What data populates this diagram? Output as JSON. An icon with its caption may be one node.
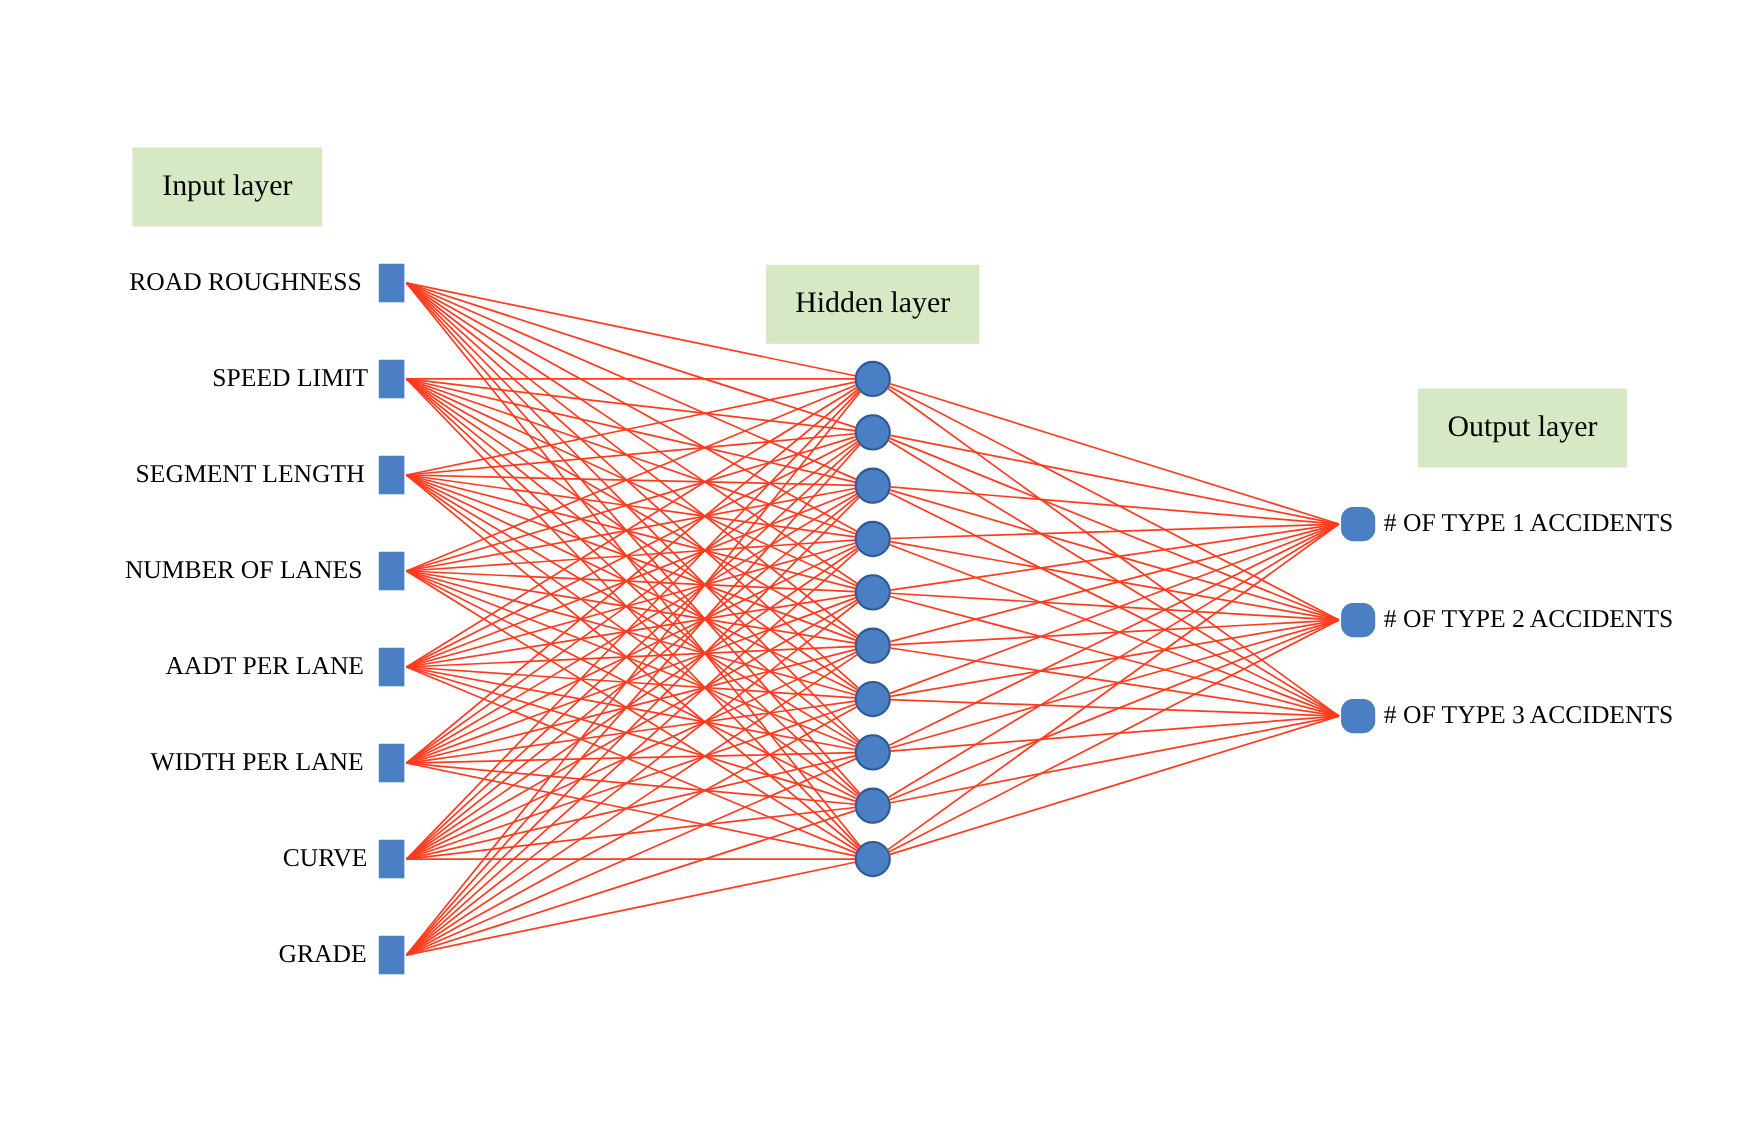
{
  "diagram": {
    "nodes": [
      {
        "text": [
          "Input layer"
        ]
      },
      {
        "text": [
          "Hidden layer"
        ]
      },
      {
        "text": [
          "Output layer"
        ]
      },
      {
        "text": [],
        "shape": "box",
        "beside": [
          "ROAD ROUGHNESS"
        ]
      },
      {
        "text": [],
        "shape": "box",
        "beside": [
          "SPEED LIMIT"
        ]
      },
      {
        "text": [],
        "shape": "box",
        "beside": [
          "SEGMENT LENGTH"
        ]
      },
      {
        "text": [],
        "shape": "box",
        "beside": [
          "NUMBER OF LANES"
        ]
      },
      {
        "text": [],
        "shape": "box",
        "beside": [
          "AADT PER LANE"
        ]
      },
      {
        "text": [],
        "shape": "box",
        "beside": [
          "WIDTH PER LANE"
        ]
      },
      {
        "text": [],
        "shape": "box",
        "beside": [
          "CURVE"
        ]
      },
      {
        "text": [],
        "shape": "box",
        "beside": [
          "GRADE"
        ]
      },
      {
        "text": [],
        "shape": "circle"
      },
      {
        "text": [],
        "shape": "circle"
      },
      {
        "text": [],
        "shape": "circle"
      },
      {
        "text": [],
        "shape": "circle"
      },
      {
        "text": [],
        "shape": "circle"
      },
      {
        "text": [],
        "shape": "circle"
      },
      {
        "text": [],
        "shape": "circle"
      },
      {
        "text": [],
        "shape": "circle"
      },
      {
        "text": [],
        "shape": "circle"
      },
      {
        "text": [],
        "shape": "circle"
      },
      {
        "text": [],
        "shape": "circle",
        "beside": [
          "# OF TYPE 1 ACCIDENTS"
        ]
      },
      {
        "text": [],
        "shape": "circle",
        "beside": [
          "# OF TYPE 2 ACCIDENTS"
        ]
      },
      {
        "text": [],
        "shape": "circle",
        "beside": [
          "# OF TYPE 3 ACCIDENTS"
        ]
      }
    ],
    "edges": [
      {
        "from": 3,
        "to": 11,
        "arrow": "none"
      },
      {
        "from": 3,
        "to": 12,
        "arrow": "none"
      },
      {
        "from": 3,
        "to": 13,
        "arrow": "none"
      },
      {
        "from": 3,
        "to": 14,
        "arrow": "none"
      },
      {
        "from": 3,
        "to": 15,
        "arrow": "none"
      },
      {
        "from": 3,
        "to": 16,
        "arrow": "none"
      },
      {
        "from": 3,
        "to": 17,
        "arrow": "none"
      },
      {
        "from": 3,
        "to": 18,
        "arrow": "none"
      },
      {
        "from": 3,
        "to": 19,
        "arrow": "none"
      },
      {
        "from": 3,
        "to": 20,
        "arrow": "none"
      },
      {
        "from": 4,
        "to": 11,
        "arrow": "none"
      },
      {
        "from": 4,
        "to": 12,
        "arrow": "none"
      },
      {
        "from": 4,
        "to": 13,
        "arrow": "none"
      },
      {
        "from": 4,
        "to": 14,
        "arrow": "none"
      },
      {
        "from": 4,
        "to": 15,
        "arrow": "none"
      },
      {
        "from": 4,
        "to": 16,
        "arrow": "none"
      },
      {
        "from": 4,
        "to": 17,
        "arrow": "none"
      },
      {
        "from": 4,
        "to": 18,
        "arrow": "none"
      },
      {
        "from": 4,
        "to": 19,
        "arrow": "none"
      },
      {
        "from": 4,
        "to": 20,
        "arrow": "none"
      },
      {
        "from": 5,
        "to": 11,
        "arrow": "none"
      },
      {
        "from": 5,
        "to": 12,
        "arrow": "none"
      },
      {
        "from": 5,
        "to": 13,
        "arrow": "none"
      },
      {
        "from": 5,
        "to": 14,
        "arrow": "none"
      },
      {
        "from": 5,
        "to": 15,
        "arrow": "none"
      },
      {
        "from": 5,
        "to": 16,
        "arrow": "none"
      },
      {
        "from": 5,
        "to": 17,
        "arrow": "none"
      },
      {
        "from": 5,
        "to": 18,
        "arrow": "none"
      },
      {
        "from": 5,
        "to": 19,
        "arrow": "none"
      },
      {
        "from": 5,
        "to": 20,
        "arrow": "none"
      },
      {
        "from": 6,
        "to": 11,
        "arrow": "none"
      },
      {
        "from": 6,
        "to": 12,
        "arrow": "none"
      },
      {
        "from": 6,
        "to": 13,
        "arrow": "none"
      },
      {
        "from": 6,
        "to": 14,
        "arrow": "none"
      },
      {
        "from": 6,
        "to": 15,
        "arrow": "none"
      },
      {
        "from": 6,
        "to": 16,
        "arrow": "none"
      },
      {
        "from": 6,
        "to": 17,
        "arrow": "none"
      },
      {
        "from": 6,
        "to": 18,
        "arrow": "none"
      },
      {
        "from": 6,
        "to": 19,
        "arrow": "none"
      },
      {
        "from": 6,
        "to": 20,
        "arrow": "none"
      },
      {
        "from": 7,
        "to": 11,
        "arrow": "none"
      },
      {
        "from": 7,
        "to": 12,
        "arrow": "none"
      },
      {
        "from": 7,
        "to": 13,
        "arrow": "none"
      },
      {
        "from": 7,
        "to": 14,
        "arrow": "none"
      },
      {
        "from": 7,
        "to": 15,
        "arrow": "none"
      },
      {
        "from": 7,
        "to": 16,
        "arrow": "none"
      },
      {
        "from": 7,
        "to": 17,
        "arrow": "none"
      },
      {
        "from": 7,
        "to": 18,
        "arrow": "none"
      },
      {
        "from": 7,
        "to": 19,
        "arrow": "none"
      },
      {
        "from": 7,
        "to": 20,
        "arrow": "none"
      },
      {
        "from": 8,
        "to": 11,
        "arrow": "none"
      },
      {
        "from": 8,
        "to": 12,
        "arrow": "none"
      },
      {
        "from": 8,
        "to": 13,
        "arrow": "none"
      },
      {
        "from": 8,
        "to": 14,
        "arrow": "none"
      },
      {
        "from": 8,
        "to": 15,
        "arrow": "none"
      },
      {
        "from": 8,
        "to": 16,
        "arrow": "none"
      },
      {
        "from": 8,
        "to": 17,
        "arrow": "none"
      },
      {
        "from": 8,
        "to": 18,
        "arrow": "none"
      },
      {
        "from": 8,
        "to": 19,
        "arrow": "none"
      },
      {
        "from": 8,
        "to": 20,
        "arrow": "none"
      },
      {
        "from": 9,
        "to": 11,
        "arrow": "none"
      },
      {
        "from": 9,
        "to": 12,
        "arrow": "none"
      },
      {
        "from": 9,
        "to": 13,
        "arrow": "none"
      },
      {
        "from": 9,
        "to": 14,
        "arrow": "none"
      },
      {
        "from": 9,
        "to": 15,
        "arrow": "none"
      },
      {
        "from": 9,
        "to": 16,
        "arrow": "none"
      },
      {
        "from": 9,
        "to": 17,
        "arrow": "none"
      },
      {
        "from": 9,
        "to": 18,
        "arrow": "none"
      },
      {
        "from": 9,
        "to": 19,
        "arrow": "none"
      },
      {
        "from": 9,
        "to": 20,
        "arrow": "none"
      },
      {
        "from": 10,
        "to": 11,
        "arrow": "none"
      },
      {
        "from": 10,
        "to": 12,
        "arrow": "none"
      },
      {
        "from": 10,
        "to": 13,
        "arrow": "none"
      },
      {
        "from": 10,
        "to": 14,
        "arrow": "none"
      },
      {
        "from": 10,
        "to": 15,
        "arrow": "none"
      },
      {
        "from": 10,
        "to": 16,
        "arrow": "none"
      },
      {
        "from": 10,
        "to": 17,
        "arrow": "none"
      },
      {
        "from": 10,
        "to": 18,
        "arrow": "none"
      },
      {
        "from": 10,
        "to": 19,
        "arrow": "none"
      },
      {
        "from": 10,
        "to": 20,
        "arrow": "none"
      },
      {
        "from": 11,
        "to": 21,
        "arrow": "none"
      },
      {
        "from": 11,
        "to": 22,
        "arrow": "none"
      },
      {
        "from": 11,
        "to": 23,
        "arrow": "none"
      },
      {
        "from": 12,
        "to": 21,
        "arrow": "none"
      },
      {
        "from": 12,
        "to": 22,
        "arrow": "none"
      },
      {
        "from": 12,
        "to": 23,
        "arrow": "none"
      },
      {
        "from": 13,
        "to": 21,
        "arrow": "none"
      },
      {
        "from": 13,
        "to": 22,
        "arrow": "none"
      },
      {
        "from": 13,
        "to": 23,
        "arrow": "none"
      },
      {
        "from": 14,
        "to": 21,
        "arrow": "none"
      },
      {
        "from": 14,
        "to": 22,
        "arrow": "none"
      },
      {
        "from": 14,
        "to": 23,
        "arrow": "none"
      },
      {
        "from": 15,
        "to": 21,
        "arrow": "none"
      },
      {
        "from": 15,
        "to": 22,
        "arrow": "none"
      },
      {
        "from": 15,
        "to": 23,
        "arrow": "none"
      },
      {
        "from": 16,
        "to": 21,
        "arrow": "none"
      },
      {
        "from": 16,
        "to": 22,
        "arrow": "none"
      },
      {
        "from": 16,
        "to": 23,
        "arrow": "none"
      },
      {
        "from": 17,
        "to": 21,
        "arrow": "none"
      },
      {
        "from": 17,
        "to": 22,
        "arrow": "none"
      },
      {
        "from": 17,
        "to": 23,
        "arrow": "none"
      },
      {
        "from": 18,
        "to": 21,
        "arrow": "none"
      },
      {
        "from": 18,
        "to": 22,
        "arrow": "none"
      },
      {
        "from": 18,
        "to": 23,
        "arrow": "none"
      },
      {
        "from": 19,
        "to": 21,
        "arrow": "none"
      },
      {
        "from": 19,
        "to": 22,
        "arrow": "none"
      },
      {
        "from": 19,
        "to": 23,
        "arrow": "none"
      },
      {
        "from": 20,
        "to": 21,
        "arrow": "none"
      },
      {
        "from": 20,
        "to": 22,
        "arrow": "none"
      },
      {
        "from": 20,
        "to": 23,
        "arrow": "none"
      }
    ]
  }
}
